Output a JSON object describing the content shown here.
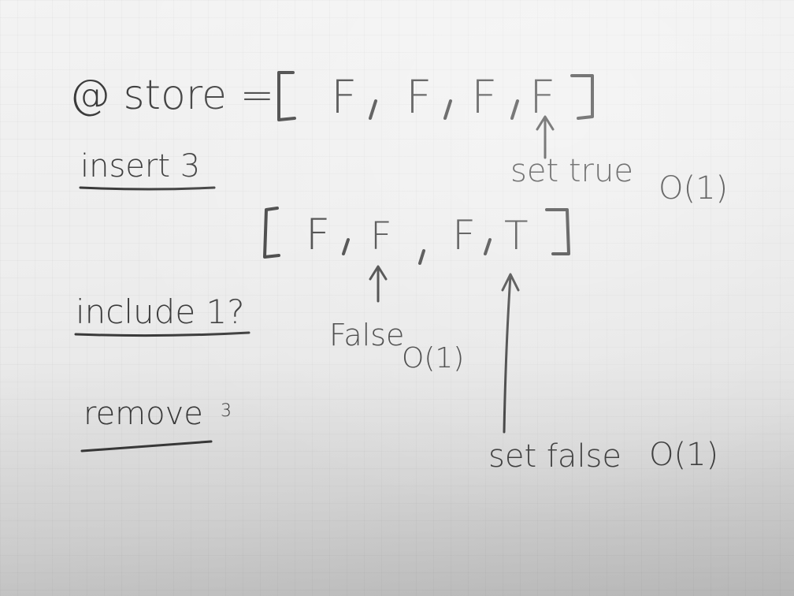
{
  "store_line": {
    "label": "@ store =",
    "cells": [
      "F",
      "F",
      "F",
      "F"
    ]
  },
  "insert": {
    "label": "insert 3",
    "note": "set true",
    "complexity": "O(1)"
  },
  "array_after": {
    "cells": [
      "F",
      "F",
      "F",
      "T"
    ]
  },
  "include": {
    "label": "include 1?",
    "note": "False",
    "complexity": "O(1)"
  },
  "remove": {
    "label": "remove",
    "value": "3",
    "note": "set false",
    "complexity": "O(1)"
  }
}
